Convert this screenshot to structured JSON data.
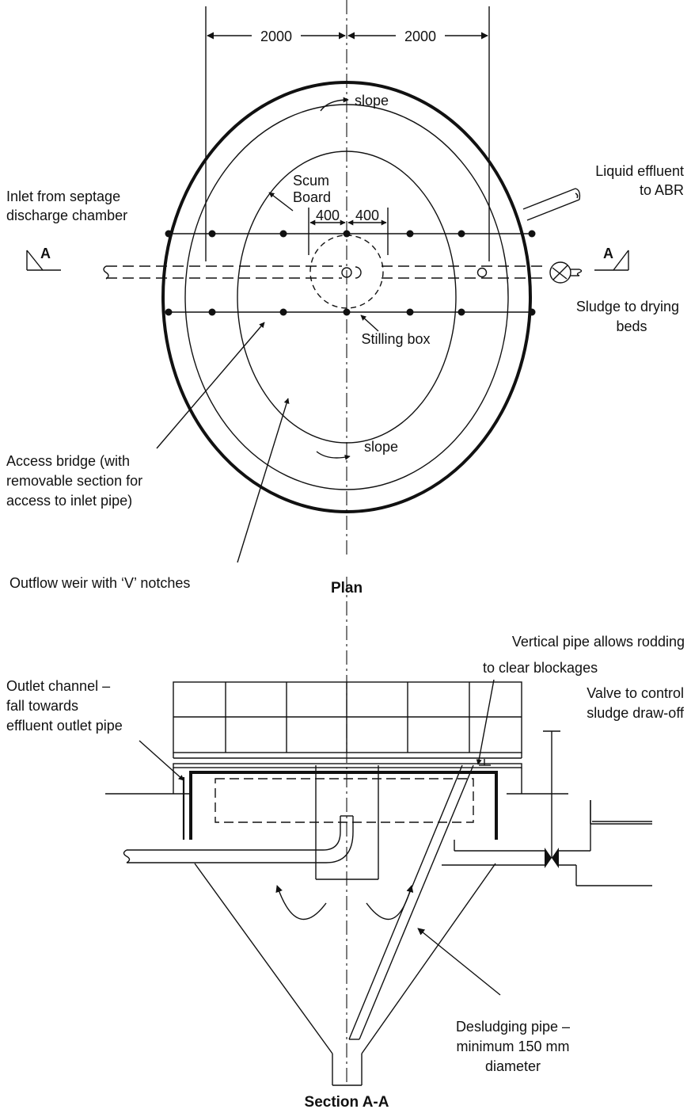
{
  "plan": {
    "title": "Plan",
    "dims": {
      "left": "2000",
      "right": "2000",
      "inner_left": "400",
      "inner_right": "400"
    },
    "labels": {
      "slope_top": "slope",
      "slope_bottom": "slope",
      "scum_line1": "Scum",
      "scum_line2": "Board",
      "inlet_line1": "Inlet from septage",
      "inlet_line2": "discharge chamber",
      "liquid_line1": "Liquid effluent",
      "liquid_line2": "to ABR",
      "sludge_line1": "Sludge to drying",
      "sludge_line2": "beds",
      "stilling": "Stilling box",
      "access_line1": "Access bridge (with",
      "access_line2": "removable section for",
      "access_line3": "access to inlet pipe)",
      "outflow": "Outflow weir with ‘V’ notches",
      "sect_left": "A",
      "sect_right": "A"
    }
  },
  "section": {
    "title": "Section A-A",
    "labels": {
      "vertical_line1": "Vertical pipe allows rodding",
      "vertical_line2": "to clear blockages",
      "outlet_line1": "Outlet channel –",
      "outlet_line2": "fall towards",
      "outlet_line3": "effluent outlet pipe",
      "valve_line1": "Valve to control",
      "valve_line2": "sludge draw-off",
      "desludge_line1": "Desludging pipe –",
      "desludge_line2": "minimum 150 mm",
      "desludge_line3": "diameter"
    }
  }
}
